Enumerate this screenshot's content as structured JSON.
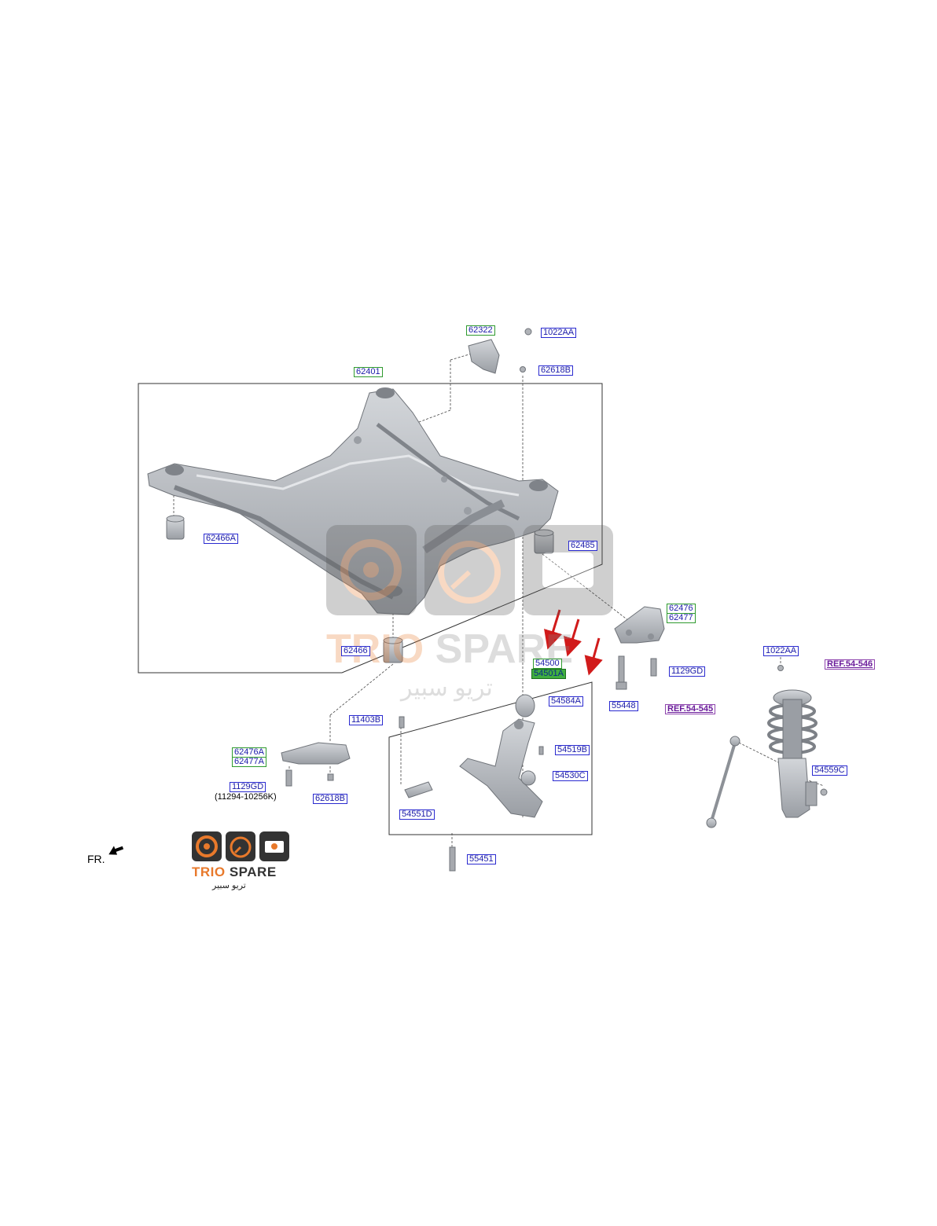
{
  "labels": {
    "p62322": "62322",
    "p1022AA_top": "1022AA",
    "p62618B_top": "62618B",
    "p62401": "62401",
    "p62466A": "62466A",
    "p62485": "62485",
    "p62476": "62476",
    "p62477": "62477",
    "p62466": "62466",
    "p54500": "54500",
    "p54501A": "54501A",
    "p1129GD_right": "1129GD",
    "p55448": "55448",
    "p1022AA_right": "1022AA",
    "ref_54_546": "REF.54-546",
    "ref_54_545": "REF.54-545",
    "p54584A": "54584A",
    "p11403B": "11403B",
    "p54519B": "54519B",
    "p54530C": "54530C",
    "p54559C": "54559C",
    "p62476A": "62476A",
    "p62477A": "62477A",
    "p1129GD_left": "1129GD",
    "note_11294": "(11294-10256K)",
    "p62618B_bottom": "62618B",
    "p54551D": "54551D",
    "p55451": "55451"
  },
  "direction_label": "FR.",
  "logo": {
    "brand_left": "TRIO",
    "brand_right": "SPARE",
    "arabic": "تريو سبير"
  },
  "watermark": {
    "brand_left": "TRIO",
    "brand_right": "SPARE",
    "arabic": "تريو سبير"
  },
  "colors": {
    "part_gray": "#b9bcc1",
    "part_dark": "#8d9197",
    "label_blue": "#1a1aa8",
    "label_green": "#2e9a2e",
    "ref_purple": "#6a1b9a",
    "arrow_red": "#d11b1b",
    "brand_orange": "#e8792b"
  },
  "icons": [
    "fr-arrow-icon",
    "gauge-icon",
    "brake-disc-icon",
    "engine-icon"
  ]
}
